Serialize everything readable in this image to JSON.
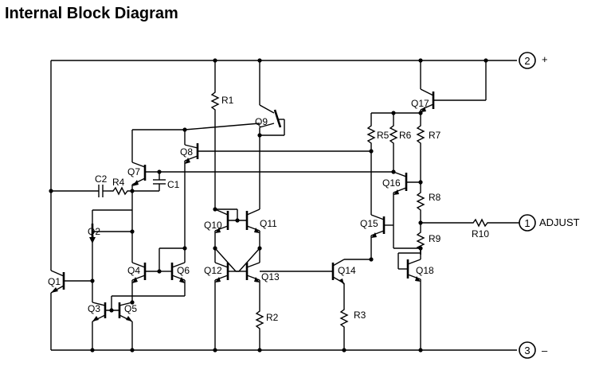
{
  "title": "Internal Block Diagram",
  "pins": [
    {
      "id": "pin2",
      "number": "2",
      "sign": "+"
    },
    {
      "id": "pin1",
      "number": "1",
      "label": "ADJUST"
    },
    {
      "id": "pin3",
      "number": "3",
      "sign": "–"
    }
  ],
  "transistors": [
    "Q1",
    "Q2",
    "Q3",
    "Q4",
    "Q5",
    "Q6",
    "Q7",
    "Q8",
    "Q9",
    "Q10",
    "Q11",
    "Q12",
    "Q13",
    "Q14",
    "Q15",
    "Q16",
    "Q17",
    "Q18"
  ],
  "resistors": [
    "R1",
    "R2",
    "R3",
    "R4",
    "R5",
    "R6",
    "R7",
    "R8",
    "R9",
    "R10"
  ],
  "capacitors": [
    "C1",
    "C2"
  ]
}
